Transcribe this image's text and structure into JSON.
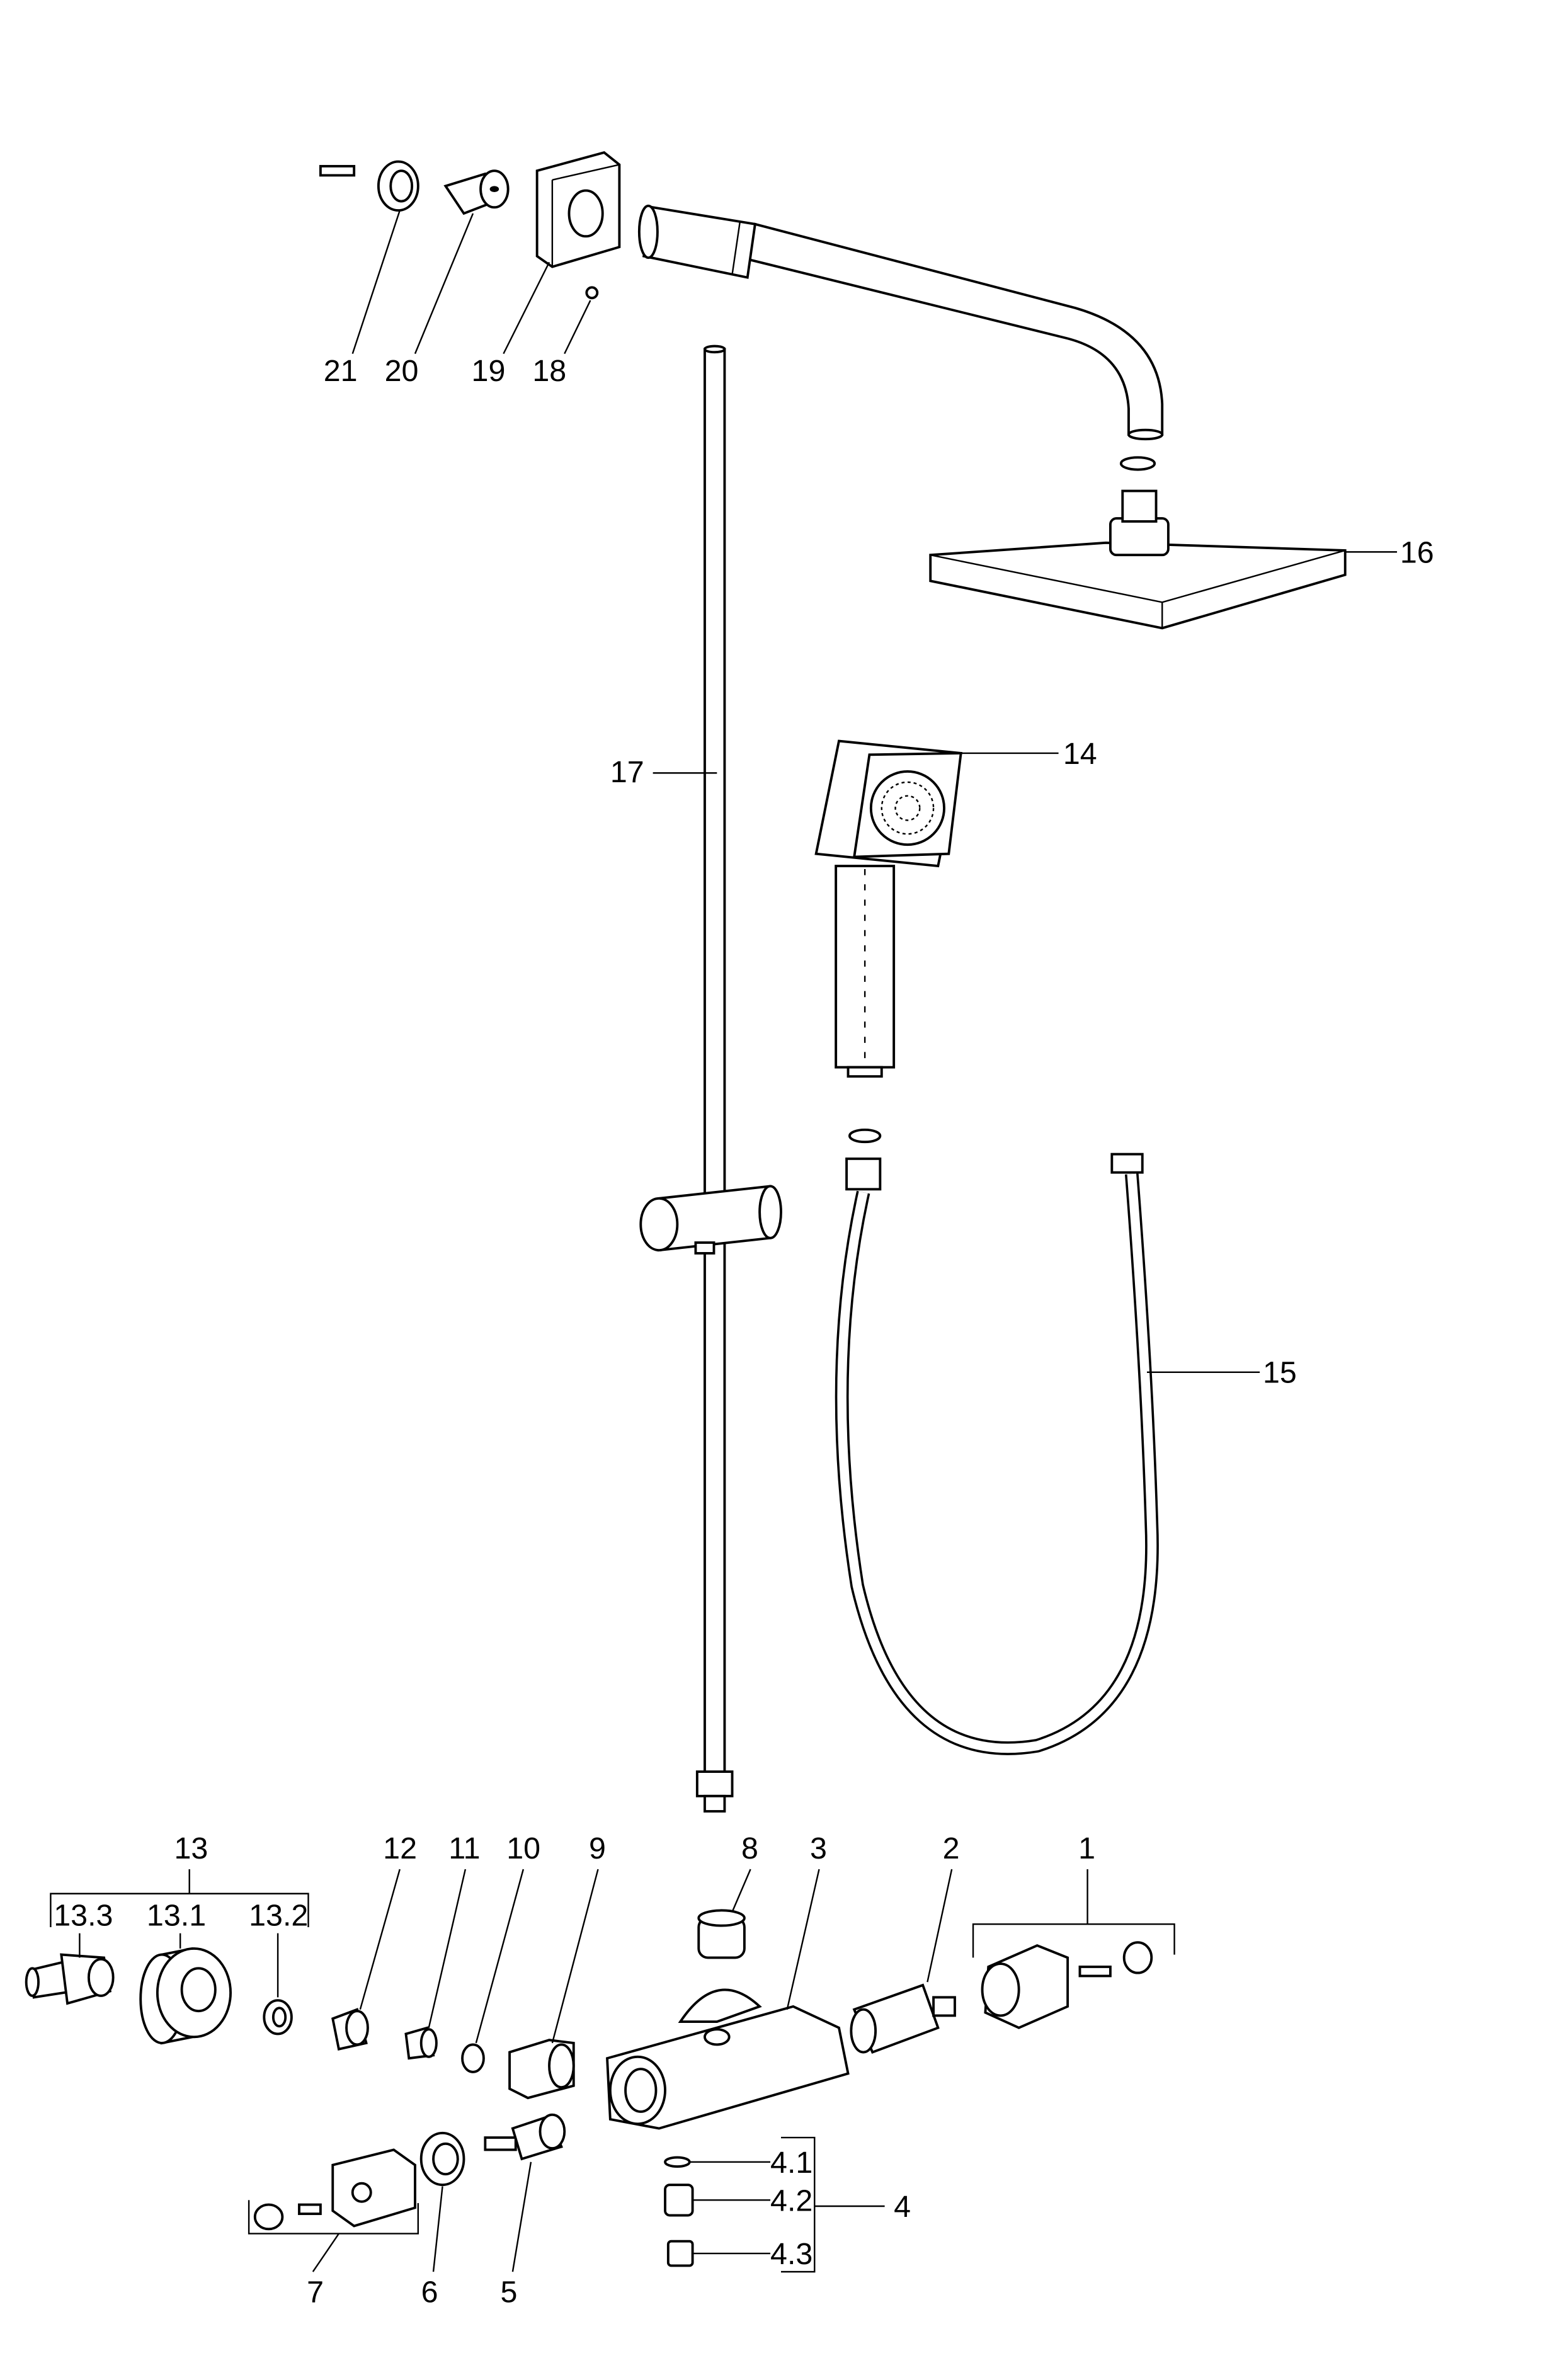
{
  "labels": {
    "p1": "1",
    "p2": "2",
    "p3": "3",
    "p4": "4",
    "p4_1": "4.1",
    "p4_2": "4.2",
    "p4_3": "4.3",
    "p5": "5",
    "p6": "6",
    "p7": "7",
    "p8": "8",
    "p9": "9",
    "p10": "10",
    "p11": "11",
    "p12": "12",
    "p13": "13",
    "p13_1": "13.1",
    "p13_2": "13.2",
    "p13_3": "13.3",
    "p14": "14",
    "p15": "15",
    "p16": "16",
    "p17": "17",
    "p18": "18",
    "p19": "19",
    "p20": "20",
    "p21": "21"
  }
}
